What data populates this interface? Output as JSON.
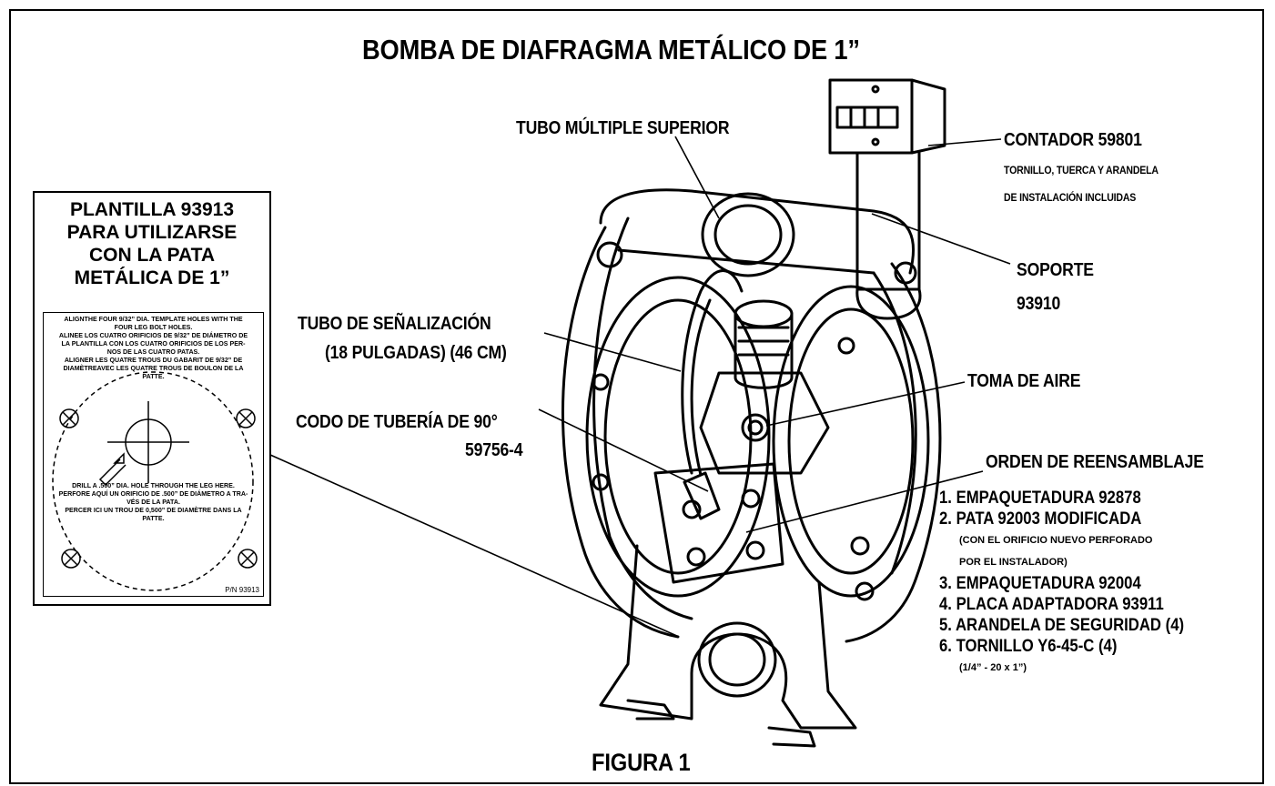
{
  "title": "BOMBA DE DIAFRAGMA METÁLICO DE 1”",
  "figure_label": "FIGURA 1",
  "template": {
    "title_lines": [
      "PLANTILLA 93913",
      "PARA UTILIZARSE",
      "CON LA PATA",
      "METÁLICA DE 1”"
    ],
    "instructions_top": [
      "ALIGNTHE FOUR 9/32” DIA. TEMPLATE HOLES WITH THE",
      "FOUR LEG BOLT HOLES.",
      "ALINEE LOS CUATRO ORIFICIOS DE 9/32” DE DIÁMETRO DE",
      "LA PLANTILLA CON LOS CUATRO ORIFICIOS DE LOS PER-",
      "NOS DE LAS CUATRO PATAS.",
      "ALIGNER LES QUATRE TROUS DU GABARIT DE 9/32” DE",
      "DIAMÈTREAVEC LES QUATRE TROUS DE BOULON DE LA",
      "PATTE."
    ],
    "instructions_bottom": [
      "DRILL A .500” DIA. HOLE THROUGH THE LEG HERE.",
      "PERFORE AQUÍ UN ORIFICIO DE .500” DE DIÁMETRO A TRA-",
      "VÉS DE LA PATA.",
      "PERCER ICI UN TROU DE 0,500” DE DIAMÈTRE DANS LA",
      "PATTE."
    ],
    "part_number": "P/N 93913"
  },
  "callouts": {
    "upper_manifold": "TUBO MÚLTIPLE SUPERIOR",
    "counter": "CONTADOR 59801",
    "counter_note_1": "TORNILLO, TUERCA Y ARANDELA",
    "counter_note_2": "DE INSTALACIÓN INCLUIDAS",
    "bracket_1": "SOPORTE",
    "bracket_2": "93910",
    "signal_tube_1": "TUBO DE SEÑALIZACIÓN",
    "signal_tube_2": "(18 PULGADAS) (46 CM)",
    "air_inlet": "TOMA DE AIRE",
    "elbow_1": "CODO DE TUBERÍA DE 90°",
    "elbow_2": "59756-4",
    "reassembly": "ORDEN DE REENSAMBLAJE"
  },
  "reassembly_steps": [
    {
      "text": "1. EMPAQUETADURA 92878"
    },
    {
      "text": "2. PATA 92003 MODIFICADA"
    },
    {
      "sub": "(CON EL ORIFICIO NUEVO PERFORADO"
    },
    {
      "sub": "POR EL INSTALADOR)"
    },
    {
      "text": "3. EMPAQUETADURA 92004"
    },
    {
      "text": "4. PLACA ADAPTADORA 93911"
    },
    {
      "text": "5. ARANDELA DE SEGURIDAD (4)"
    },
    {
      "text": "6. TORNILLO Y6-45-C (4)"
    },
    {
      "sub": "(1/4” - 20 x 1”)"
    }
  ]
}
